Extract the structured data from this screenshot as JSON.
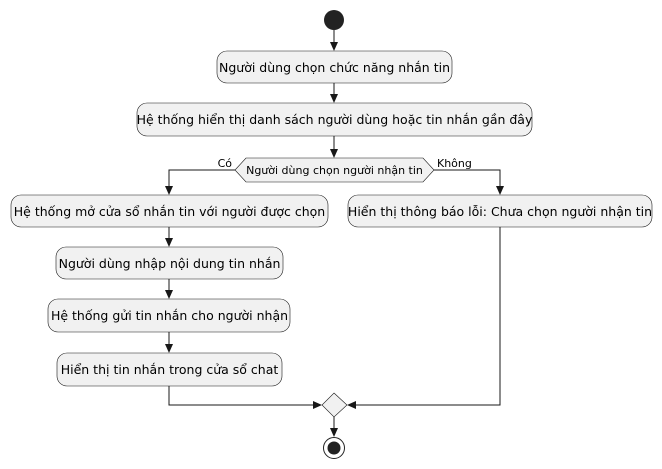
{
  "diagram": {
    "type": "activity",
    "colors": {
      "node_fill": "#f1f1f1",
      "stroke": "#181818",
      "start": "#222222"
    },
    "steps": {
      "s1": "Người dùng chọn chức năng nhắn tin",
      "s2": "Hệ thống hiển thị danh sách người dùng hoặc tin nhắn gần đây"
    },
    "decision": {
      "condition": "Người dùng chọn người nhận tin",
      "yes_label": "Có",
      "no_label": "Không"
    },
    "yes_branch": [
      "Hệ thống mở cửa sổ nhắn tin với người được chọn",
      "Người dùng nhập nội dung tin nhắn",
      "Hệ thống gửi tin nhắn cho người nhận",
      "Hiển thị tin nhắn trong cửa sổ chat"
    ],
    "no_branch": [
      "Hiển thị thông báo lỗi: Chưa chọn người nhận tin"
    ]
  }
}
